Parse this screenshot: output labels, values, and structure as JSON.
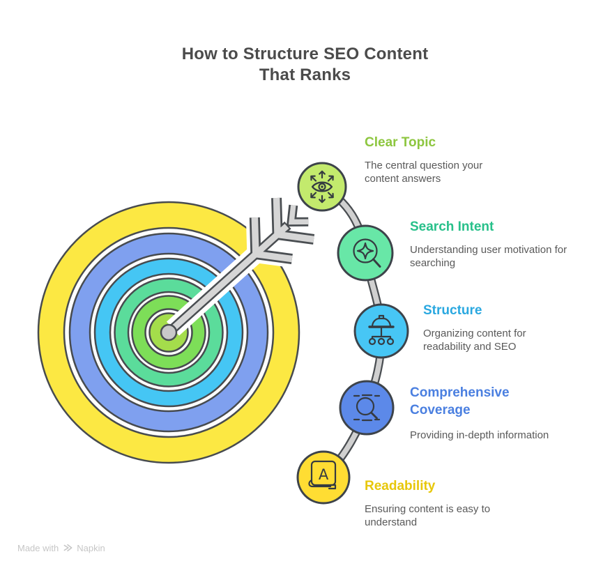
{
  "title": {
    "line1": "How to Structure SEO Content",
    "line2": "That Ranks"
  },
  "steps": [
    {
      "label": "Clear Topic",
      "description": "The central question your content answers",
      "icon": "eye-focus-icon",
      "circle_color": "#c3ea6d",
      "label_color": "#8dc63f"
    },
    {
      "label": "Search Intent",
      "description": "Understanding user motivation for searching",
      "icon": "search-sparkle-icon",
      "circle_color": "#68e7a7",
      "label_color": "#27c08a"
    },
    {
      "label": "Structure",
      "description": "Organizing content for readability and SEO",
      "icon": "hardhat-hierarchy-icon",
      "circle_color": "#47c6f5",
      "label_color": "#2aa8e0"
    },
    {
      "label": "Comprehensive Coverage",
      "description": "Providing in-depth information",
      "icon": "magnifier-text-icon",
      "circle_color": "#5c89e9",
      "label_color": "#4a7fe0"
    },
    {
      "label": "Readability",
      "description": "Ensuring content is easy to understand",
      "icon": "book-icon",
      "icon_letter": "A",
      "circle_color": "#ffdd33",
      "label_color": "#e7c70a"
    }
  ],
  "target": {
    "ring_colors": {
      "outer_yellow": "#fce843",
      "blue": "#7fa0ef",
      "cyan": "#45c6f4",
      "mint": "#5bdc9b",
      "green": "#7dde58",
      "bullseye": "#a4dd4b"
    },
    "arrow_color": "#d6d6d6"
  },
  "footer": {
    "made_with": "Made with",
    "brand": "Napkin"
  }
}
